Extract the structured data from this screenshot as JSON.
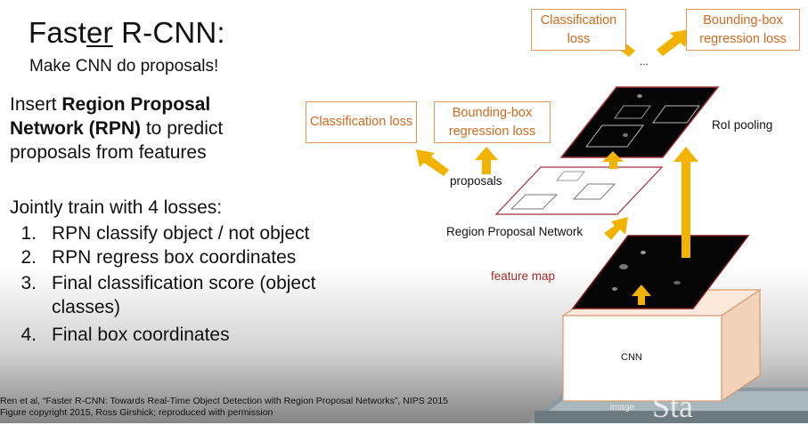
{
  "slide": {
    "title_prefix": "Fast",
    "title_underlined": "er",
    "title_suffix": " R-CNN:",
    "subtitle": "Make CNN do proposals!",
    "insert_text_1": "Insert ",
    "insert_bold": "Region Proposal Network (RPN)",
    "insert_text_2": " to predict proposals from features",
    "jointly_text": "Jointly train with 4 losses:",
    "losses": [
      {
        "num": "1.",
        "text": "RPN classify object / not object"
      },
      {
        "num": "2.",
        "text": "RPN regress box coordinates"
      },
      {
        "num": "3.",
        "text": "Final classification score (object classes)"
      },
      {
        "num": "4.",
        "text": "Final box coordinates"
      }
    ],
    "citation_line1": "Ren et al, “Faster R-CNN: Towards Real-Time Object Detection with Region Proposal Networks”, NIPS 2015",
    "citation_line2": "Figure copyright 2015, Ross Girshick; reproduced with permission"
  },
  "diagram": {
    "top_cls_loss": "Classification loss",
    "top_bbox_loss": "Bounding-box regression loss",
    "mid_cls_loss": "Classification loss",
    "mid_bbox_loss": "Bounding-box regression loss",
    "ellipsis": "...",
    "roi_pooling": "RoI pooling",
    "proposals": "proposals",
    "rpn": "Region Proposal Network",
    "feature_map": "feature map",
    "cnn": "CNN",
    "image": "image",
    "watermark": "Sta"
  },
  "colors": {
    "loss_border": "#e0975a",
    "loss_text": "#d2691e",
    "arrow": "#f2b200",
    "feature_map": "#a52a2a"
  }
}
